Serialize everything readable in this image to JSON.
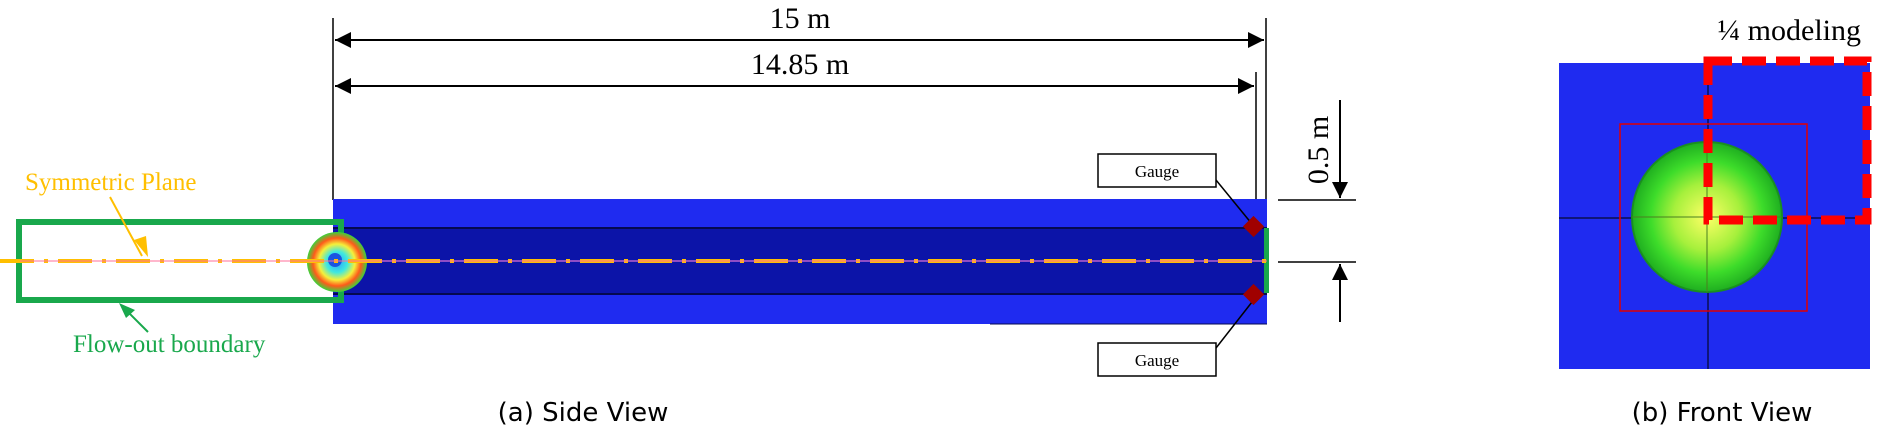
{
  "side_view": {
    "dim_total": "15 m",
    "dim_gauge": "14.85 m",
    "dim_radius": "0.5 m",
    "gauge_top": "Gauge",
    "gauge_bottom": "Gauge",
    "symmetric_plane": "Symmetric Plane",
    "flow_out_boundary": "Flow-out boundary",
    "caption": "(a) Side View"
  },
  "front_view": {
    "quarter_label": "¼ modeling",
    "caption": "(b) Front View"
  },
  "colors": {
    "domain_blue": "#1f2bf0",
    "dark_band": "#0b1280",
    "symmetric_orange": "#ffbf00",
    "boundary_green": "#19a84c",
    "gauge_red": "#a00000",
    "quarter_red": "#ff0000"
  }
}
